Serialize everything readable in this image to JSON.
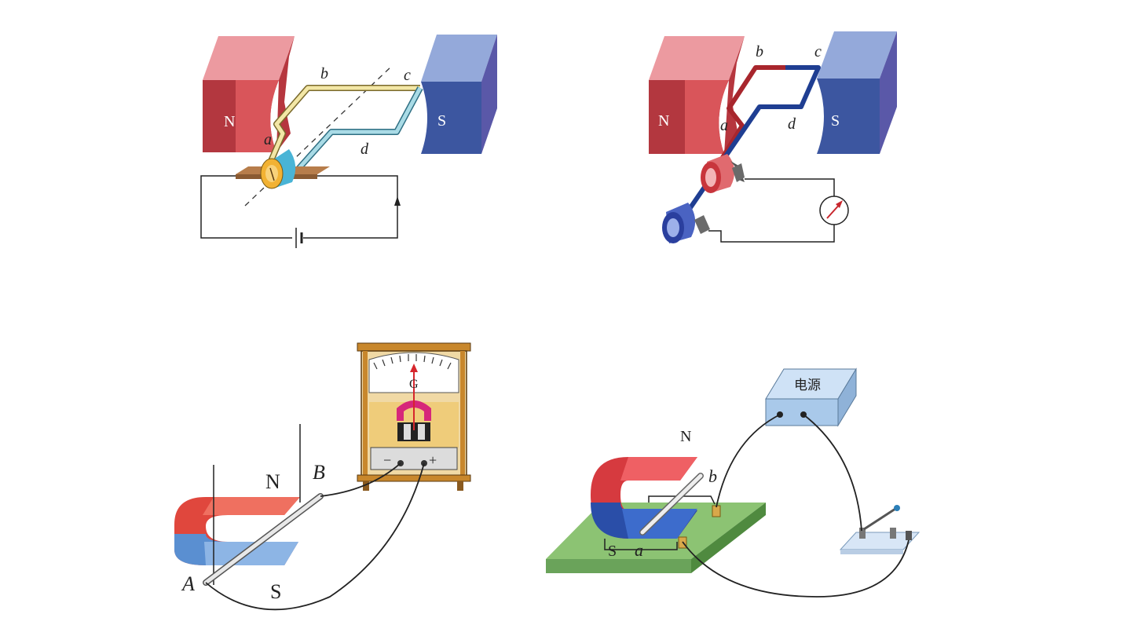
{
  "diagrams": [
    {
      "id": "top-left",
      "labels": {
        "north": "N",
        "south": "S",
        "a": "a",
        "b": "b",
        "c": "c",
        "d": "d"
      }
    },
    {
      "id": "top-right",
      "labels": {
        "north": "N",
        "south": "S",
        "a": "a",
        "b": "b",
        "c": "c",
        "d": "d"
      }
    },
    {
      "id": "bottom-left",
      "labels": {
        "north": "N",
        "south": "S",
        "A": "A",
        "B": "B",
        "galvanometer": "G",
        "minus": "−",
        "plus": "+"
      }
    },
    {
      "id": "bottom-right",
      "labels": {
        "north": "N",
        "south": "S",
        "a": "a",
        "b": "b",
        "power_supply": "电源"
      }
    }
  ],
  "colors": {
    "north_pole": "#d9555a",
    "south_pole": "#3c56a0",
    "wire": "#222222",
    "base_green": "#6aa35a",
    "power_box": "#a9c9ea"
  }
}
